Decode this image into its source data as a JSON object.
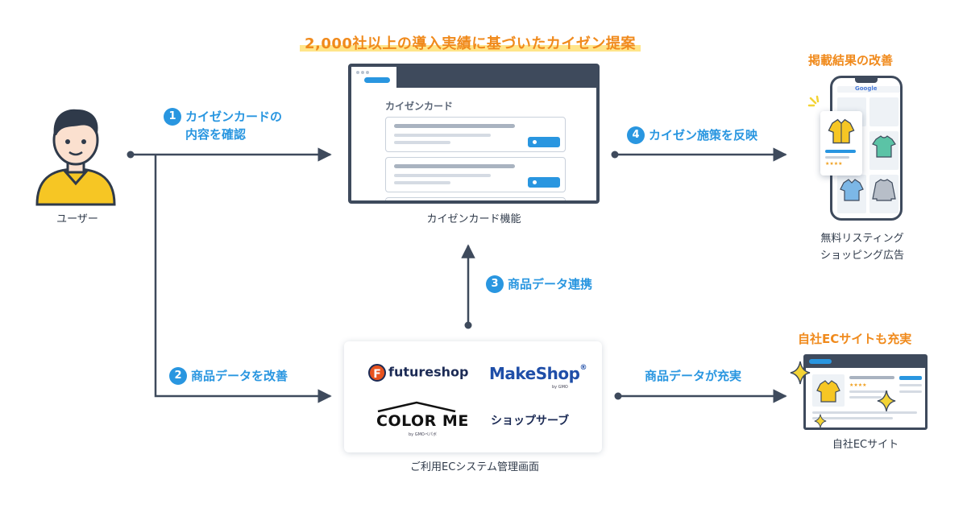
{
  "headline": "2,000社以上の導入実績に基づいたカイゼン提案",
  "user": {
    "label": "ユーザー"
  },
  "steps": {
    "s1": {
      "num": "1",
      "line1": "カイゼンカードの",
      "line2": "内容を確認"
    },
    "s2": {
      "num": "2",
      "label": "商品データを改善"
    },
    "s3": {
      "num": "3",
      "label": "商品データ連携"
    },
    "s4": {
      "num": "4",
      "label": "カイゼン施策を反映"
    },
    "s5": {
      "label": "商品データが充実"
    }
  },
  "kaizen": {
    "screen_title": "カイゼンカード",
    "caption": "カイゼンカード機能"
  },
  "systems": {
    "caption": "ご利用ECシステム管理画面",
    "futureshop": {
      "badge": "F",
      "name": "futureshop"
    },
    "makeshop": {
      "name": "MakeShop",
      "reg": "®",
      "by": "by GMO"
    },
    "colorme": {
      "name": "COLOR ME",
      "by": "by GMOペパボ"
    },
    "shopserve": {
      "name": "ショップサーブ"
    }
  },
  "listing": {
    "title": "掲載結果の改善",
    "caption_line1": "無料リスティング",
    "caption_line2": "ショッピング広告",
    "search_logo": "Google",
    "stars": "★★★★"
  },
  "ec": {
    "title": "自社ECサイトも充実",
    "caption": "自社ECサイト",
    "stars": "★★★★"
  },
  "colors": {
    "accent_blue": "#2996e0",
    "accent_orange": "#f08a1c",
    "highlight_yellow": "#ffe58a",
    "line_dark": "#3e4a5c",
    "user_shirt": "#f6c624",
    "sparkle": "#f3d335"
  }
}
